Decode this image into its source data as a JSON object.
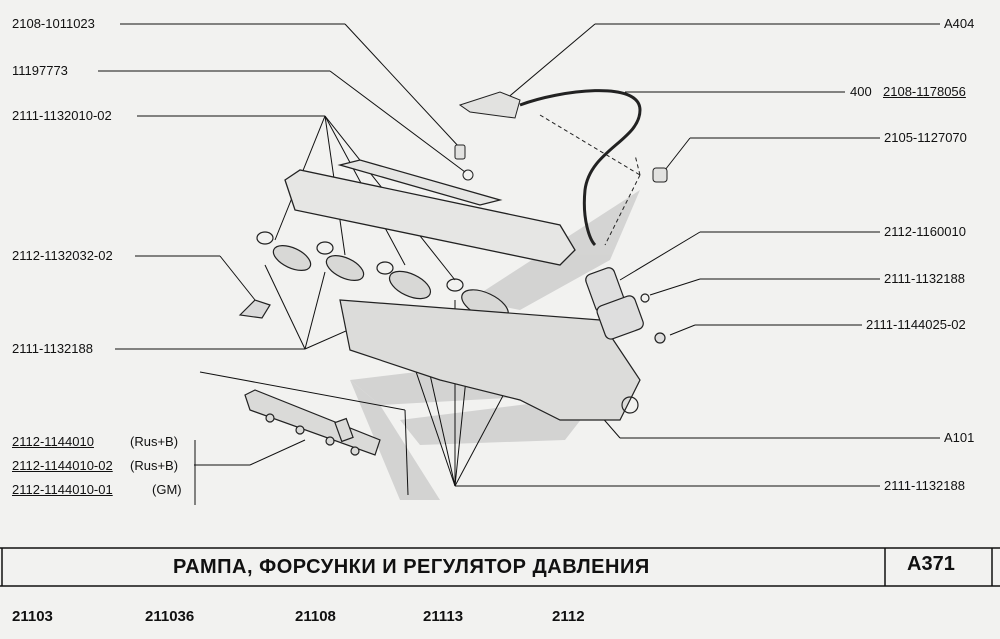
{
  "labels": {
    "p_2108_1011023": "2108-1011023",
    "p_11197773": "11197773",
    "p_2111_1132010_02": "2111-1132010-02",
    "p_2112_1132032_02": "2112-1132032-02",
    "p_2111_1132188_left": "2111-1132188",
    "p_a404": "A404",
    "p_400": "400",
    "p_2108_1178056": "2108-1178056",
    "p_2105_1127070": "2105-1127070",
    "p_2112_1160010": "2112-1160010",
    "p_2111_1132188_r1": "2111-1132188",
    "p_2111_1144025_02": "2111-1144025-02",
    "p_a101": "A101",
    "p_2111_1132188_r2": "2111-1132188"
  },
  "variants": [
    {
      "part": "2112-1144010",
      "note": "(Rus+B)"
    },
    {
      "part": "2112-1144010-02",
      "note": "(Rus+B)"
    },
    {
      "part": "2112-1144010-01",
      "note": "(GM)"
    }
  ],
  "title": "РАМПА,  ФОРСУНКИ  И  РЕГУЛЯТОР  ДАВЛЕНИЯ",
  "code": "A371",
  "models": [
    "21103",
    "211036",
    "21108",
    "21113",
    "2112"
  ]
}
